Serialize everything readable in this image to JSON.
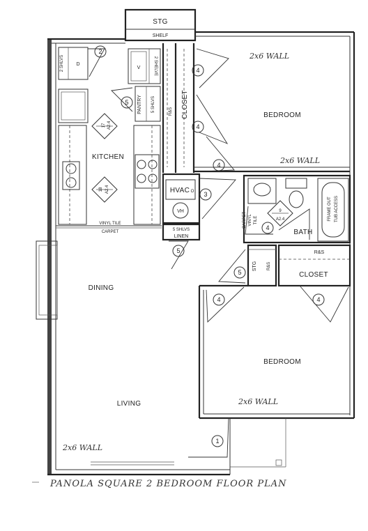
{
  "title": "PANOLA SQUARE 2 BEDROOM FLOOR PLAN",
  "rooms": {
    "stg_top": "STG",
    "shelf": "SHELF",
    "bedroom_1": "BEDROOM",
    "bedroom_2": "BEDROOM",
    "kitchen": "KITCHEN",
    "closet_1": "CLOSET",
    "closet_2": "CLOSET",
    "pantry": "PANTRY",
    "hvac": "HVAC",
    "vh": "VH",
    "linen": "LINEN",
    "bath": "BATH",
    "stg_hall": "STG",
    "dining": "DINING",
    "living": "LIVING"
  },
  "labels": {
    "shlvs_2": "2 SHLVS",
    "d": "D",
    "v": "V",
    "shelve_2": "2 SHELVE",
    "shlvs_5": "5 SHLVS",
    "shlvs_5_linen": "5 SHLVS",
    "rs_1": "R&S",
    "rs_2": "R&S",
    "vinyl_tile": "VINYL TILE",
    "carpet": "CARPET",
    "carpet_vinyl_tile": [
      "CARPET",
      "VINYL",
      "TILE"
    ],
    "frame_out_tub": "FRAME OUT",
    "tub_access": "TUB ACCESS",
    "o": "O"
  },
  "wall_notes": {
    "top": "2x6 WALL",
    "middle": "2x6 WALL",
    "bottom_right": "2x6 WALL",
    "bottom_left": "2x6 WALL"
  },
  "elevation_tags": [
    {
      "id": "kitchen_upper",
      "top": "17",
      "bottom": "A2.4"
    },
    {
      "id": "kitchen_lower",
      "top": "18",
      "bottom": "A2.4"
    },
    {
      "id": "bath",
      "top": "9",
      "bottom": "A2.4"
    }
  ],
  "door_numbers": [
    "2",
    "5",
    "4",
    "4",
    "4",
    "3",
    "5",
    "4",
    "5",
    "4",
    "4",
    "1"
  ]
}
